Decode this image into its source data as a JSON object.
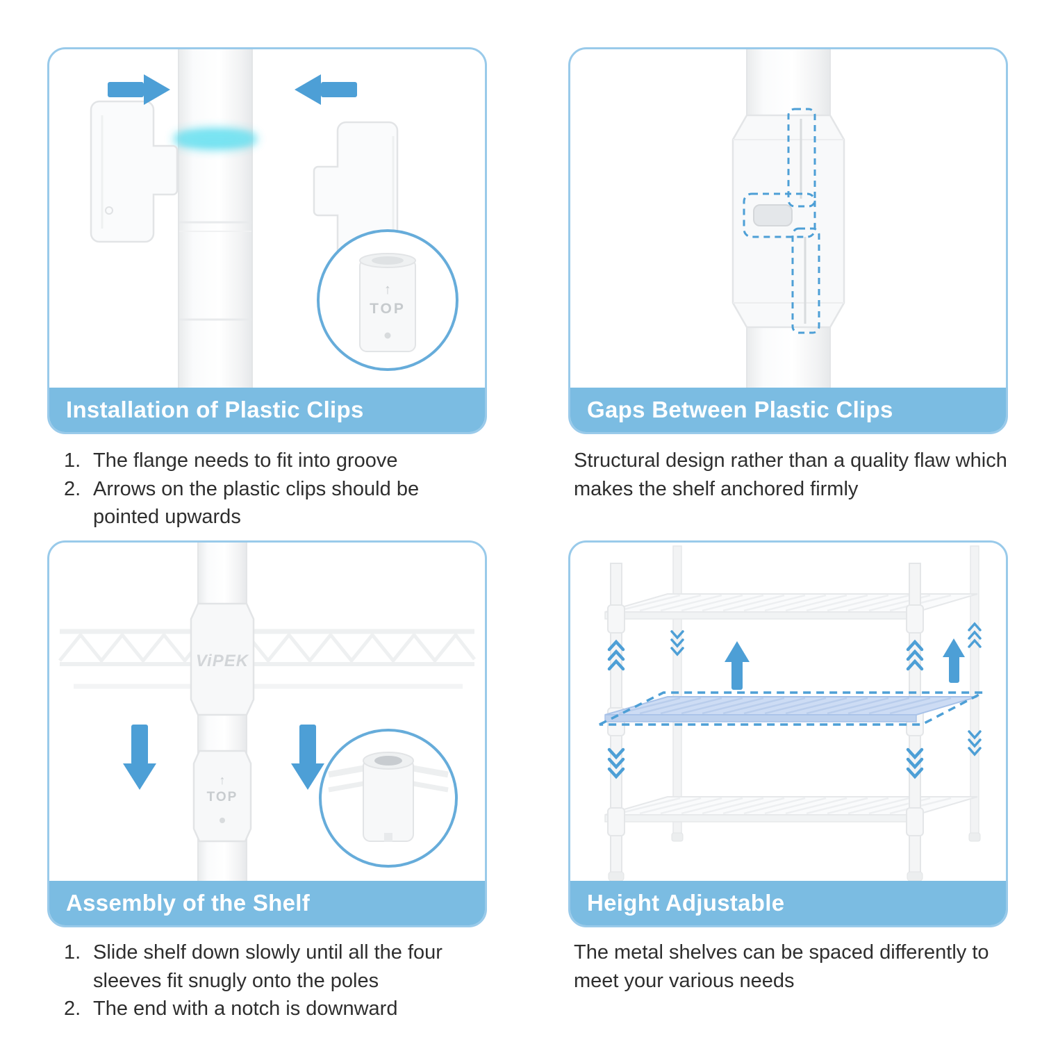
{
  "colors": {
    "panel_border": "#99CAEA",
    "banner": "#7BBCE2",
    "arrow": "#4D9FD6",
    "glow": "#35D4EA",
    "highlight_shelf": "#CDDCF4",
    "dashed_outline": "#4D9FD6",
    "text": "#2E2E2E"
  },
  "panels": [
    {
      "key": "clips-install",
      "title": "Installation of Plastic Clips",
      "items": [
        {
          "num": "1.",
          "text": "The flange needs to fit into groove"
        },
        {
          "num": "2.",
          "text": "Arrows on the plastic clips should be pointed upwards"
        }
      ]
    },
    {
      "key": "clips-gaps",
      "title": "Gaps Between Plastic Clips",
      "paragraph": "Structural design rather than a quality flaw which makes the shelf anchored firmly"
    },
    {
      "key": "shelf-assembly",
      "title": "Assembly of the Shelf",
      "items": [
        {
          "num": "1.",
          "text": "Slide shelf down slowly until all the four sleeves fit snugly onto the poles"
        },
        {
          "num": "2.",
          "text": "The end with a notch is downward"
        }
      ]
    },
    {
      "key": "height-adjustable",
      "title": "Height Adjustable",
      "paragraph": "The metal shelves can be spaced differently to meet your various needs"
    }
  ],
  "illustration_labels": {
    "top_label": "TOP",
    "up_arrow_glyph": "↑",
    "brand": "ViPEK"
  }
}
